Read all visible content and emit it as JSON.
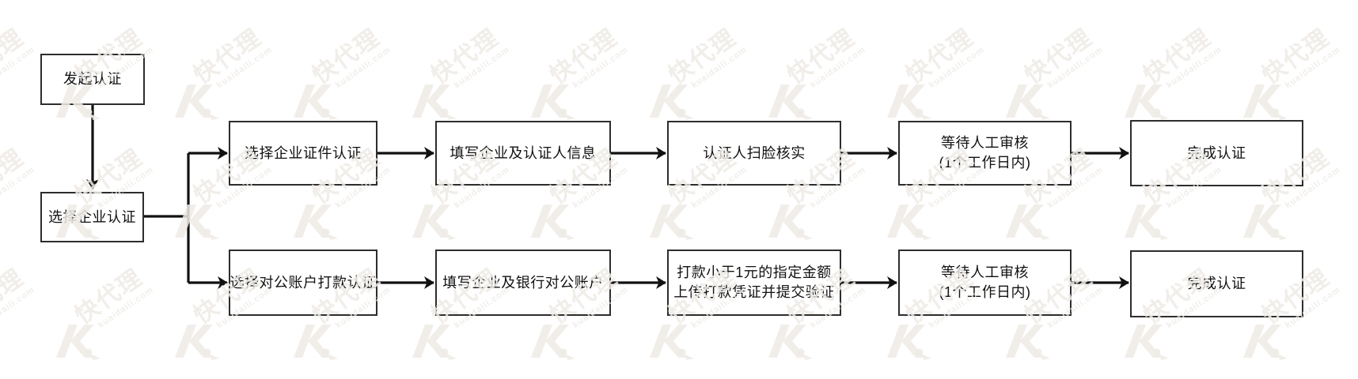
{
  "watermark": {
    "brand": "快代理",
    "site": "kuaidaili.com",
    "logo_icon": "kuaidaili-k-logo",
    "color": "#efebe7"
  },
  "colors": {
    "line": "#111111",
    "box_border": "#2d2d2d",
    "box_fill": "#ffffff",
    "text": "#111111"
  },
  "flow": {
    "start": {
      "label": "发起认证"
    },
    "select": {
      "label": "选择企业认证"
    },
    "branches": [
      {
        "id": "certificate-auth",
        "steps": [
          {
            "lines": [
              "选择企业证件认证"
            ]
          },
          {
            "lines": [
              "填写企业及认证人信息"
            ]
          },
          {
            "lines": [
              "认证人扫脸核实"
            ]
          },
          {
            "lines": [
              "等待人工审核",
              "(1个工作日内)"
            ]
          },
          {
            "lines": [
              "完成认证"
            ]
          }
        ]
      },
      {
        "id": "bank-transfer-auth",
        "steps": [
          {
            "lines": [
              "选择对公账户打款认证"
            ]
          },
          {
            "lines": [
              "填写企业及银行对公账户"
            ]
          },
          {
            "lines": [
              "打款小于1元的指定金额",
              "上传打款凭证并提交验证"
            ]
          },
          {
            "lines": [
              "等待人工审核",
              "(1个工作日内)"
            ]
          },
          {
            "lines": [
              "完成认证"
            ]
          }
        ]
      }
    ]
  }
}
